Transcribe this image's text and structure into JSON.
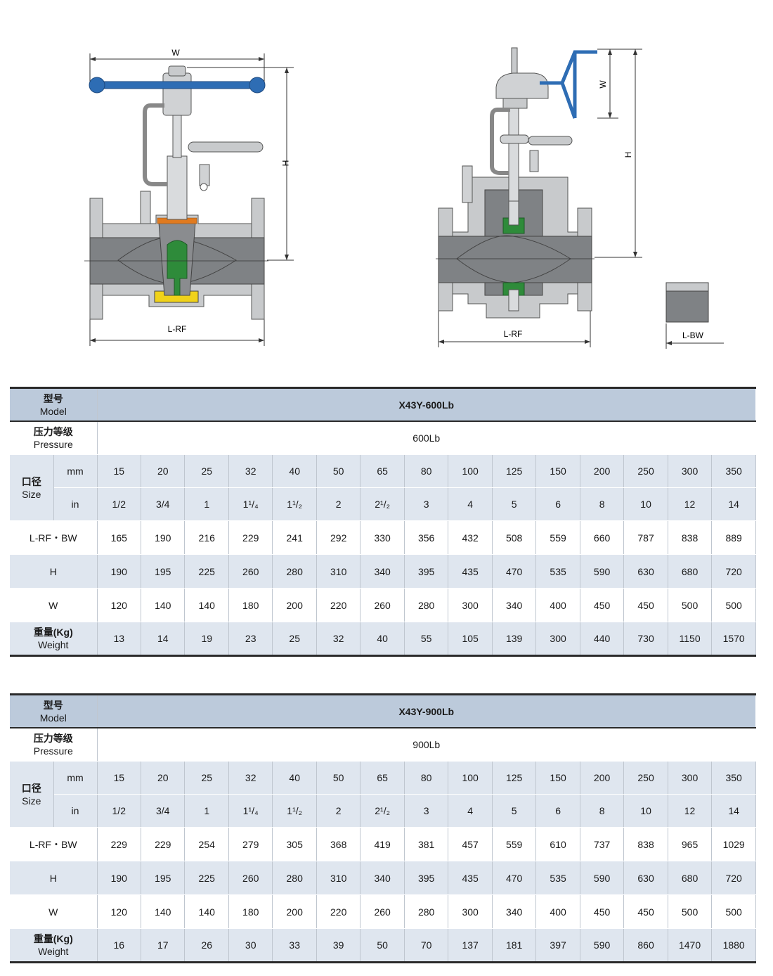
{
  "drawings": {
    "left": {
      "dim_w": "W",
      "dim_h": "H",
      "dim_l": "L-RF"
    },
    "right": {
      "dim_w": "W",
      "dim_h": "H",
      "dim_l": "L-RF"
    },
    "bw": {
      "dim_l": "L-BW"
    },
    "colors": {
      "handle": "#2e6db4",
      "body": "#c8cacc",
      "bore": "#7f8285",
      "plug": "#2e8b3a",
      "seal": "#e07a1f",
      "seat": "#f0d21a",
      "stem": "#d9dbdd"
    }
  },
  "labels": {
    "model_zh": "型号",
    "model_en": "Model",
    "pressure_zh": "压力等级",
    "pressure_en": "Pressure",
    "size_zh": "口径",
    "size_en": "Size",
    "mm": "mm",
    "in": "in",
    "lrf": "L-RF・BW",
    "h": "H",
    "w": "W",
    "weight_zh": "重量(Kg)",
    "weight_en": "Weight"
  },
  "tables": [
    {
      "model": "X43Y-600Lb",
      "pressure": "600Lb",
      "mm": [
        "15",
        "20",
        "25",
        "32",
        "40",
        "50",
        "65",
        "80",
        "100",
        "125",
        "150",
        "200",
        "250",
        "300",
        "350"
      ],
      "in": [
        "1/2",
        "3/4",
        "1",
        "1¹/₄",
        "1¹/₂",
        "2",
        "2¹/₂",
        "3",
        "4",
        "5",
        "6",
        "8",
        "10",
        "12",
        "14"
      ],
      "lrf": [
        "165",
        "190",
        "216",
        "229",
        "241",
        "292",
        "330",
        "356",
        "432",
        "508",
        "559",
        "660",
        "787",
        "838",
        "889"
      ],
      "h": [
        "190",
        "195",
        "225",
        "260",
        "280",
        "310",
        "340",
        "395",
        "435",
        "470",
        "535",
        "590",
        "630",
        "680",
        "720"
      ],
      "w": [
        "120",
        "140",
        "140",
        "180",
        "200",
        "220",
        "260",
        "280",
        "300",
        "340",
        "400",
        "450",
        "450",
        "500",
        "500"
      ],
      "weight": [
        "13",
        "14",
        "19",
        "23",
        "25",
        "32",
        "40",
        "55",
        "105",
        "139",
        "300",
        "440",
        "730",
        "1150",
        "1570"
      ]
    },
    {
      "model": "X43Y-900Lb",
      "pressure": "900Lb",
      "mm": [
        "15",
        "20",
        "25",
        "32",
        "40",
        "50",
        "65",
        "80",
        "100",
        "125",
        "150",
        "200",
        "250",
        "300",
        "350"
      ],
      "in": [
        "1/2",
        "3/4",
        "1",
        "1¹/₄",
        "1¹/₂",
        "2",
        "2¹/₂",
        "3",
        "4",
        "5",
        "6",
        "8",
        "10",
        "12",
        "14"
      ],
      "lrf": [
        "229",
        "229",
        "254",
        "279",
        "305",
        "368",
        "419",
        "381",
        "457",
        "559",
        "610",
        "737",
        "838",
        "965",
        "1029"
      ],
      "h": [
        "190",
        "195",
        "225",
        "260",
        "280",
        "310",
        "340",
        "395",
        "435",
        "470",
        "535",
        "590",
        "630",
        "680",
        "720"
      ],
      "w": [
        "120",
        "140",
        "140",
        "180",
        "200",
        "220",
        "260",
        "280",
        "300",
        "340",
        "400",
        "450",
        "450",
        "500",
        "500"
      ],
      "weight": [
        "16",
        "17",
        "26",
        "30",
        "33",
        "39",
        "50",
        "70",
        "137",
        "181",
        "397",
        "590",
        "860",
        "1470",
        "1880"
      ]
    }
  ]
}
